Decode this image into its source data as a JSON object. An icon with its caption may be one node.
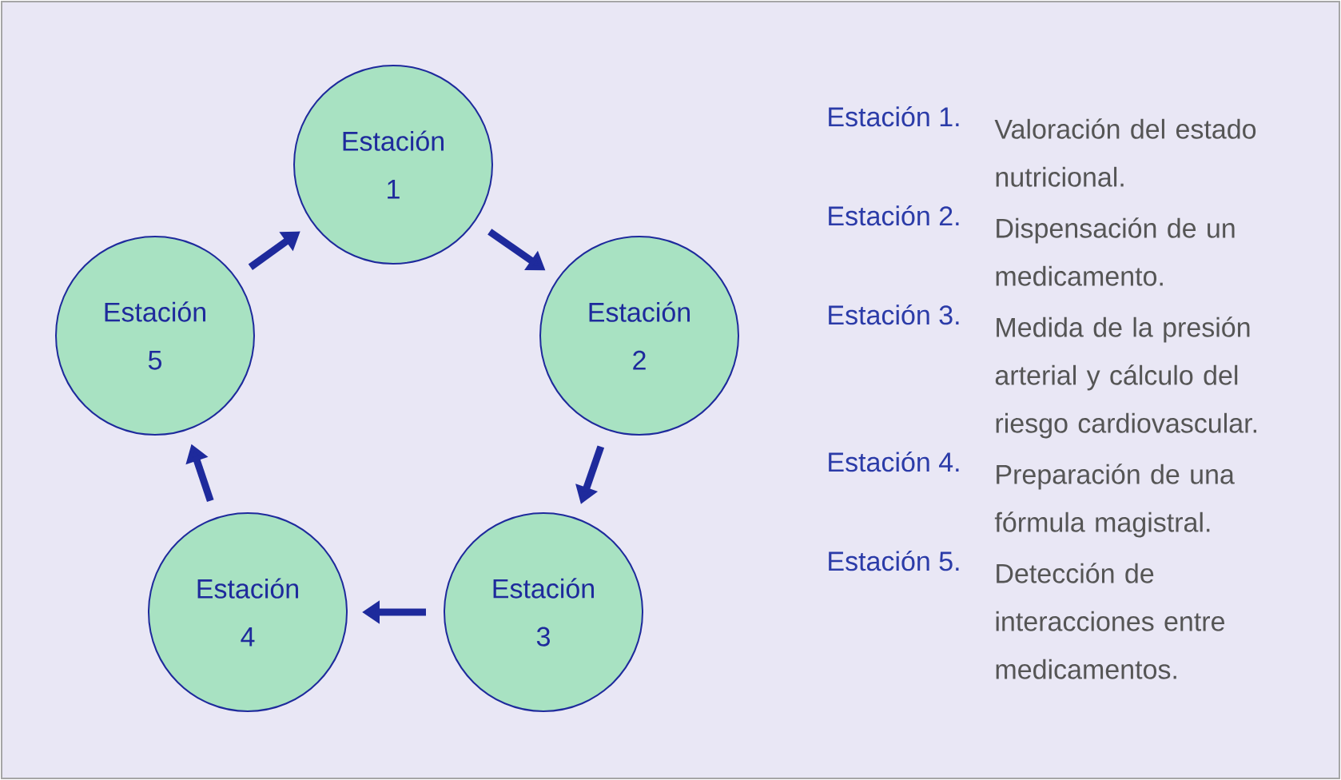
{
  "diagram": {
    "nodes": [
      {
        "text": [
          "Estación 1"
        ]
      },
      {
        "text": [
          "Estación 2"
        ]
      },
      {
        "text": [
          "Estación 3"
        ]
      },
      {
        "text": [
          "Estación 4"
        ]
      },
      {
        "text": [
          "Estación 5"
        ]
      }
    ],
    "edges": [
      {
        "from": 0,
        "to": 1,
        "arrow": "to"
      },
      {
        "from": 1,
        "to": 2,
        "arrow": "to"
      },
      {
        "from": 2,
        "to": 3,
        "arrow": "to"
      },
      {
        "from": 3,
        "to": 4,
        "arrow": "to"
      },
      {
        "from": 4,
        "to": 0,
        "arrow": "to"
      }
    ],
    "labels": [
      "Estación 1.",
      "Valoración del estado nutricional.",
      "Estación 2.",
      "Dispensación de un medicamento.",
      "Estación 3.",
      "Medida de la presión arterial y cálculo del riesgo cardiovascular.",
      "Estación 4.",
      "Preparación de una fórmula magistral.",
      "Estación 5.",
      "Detección de interacciones entre medicamentos."
    ]
  }
}
